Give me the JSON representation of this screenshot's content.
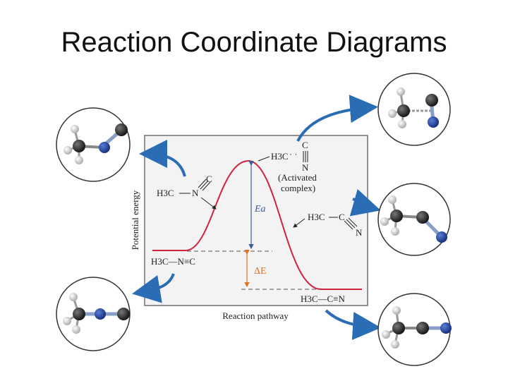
{
  "title": "Reaction Coordinate Diagrams",
  "diagram": {
    "y_axis_label": "Potential energy",
    "x_axis_label": "Reaction pathway",
    "activation_energy_label": "Ea",
    "energy_change_label": "ΔE",
    "reactant": {
      "bent_label_methyl": "H3C",
      "bent_label_n": "N",
      "bent_label_c": "C",
      "linear_label": "H3C—N≡C"
    },
    "transition_state": {
      "methyl_label": "H3C",
      "c_label": "C",
      "n_label": "N",
      "caption_line1": "(Activated",
      "caption_line2": "complex)"
    },
    "product": {
      "bent_label_methyl": "H3C",
      "bent_label_c": "C",
      "bent_label_n": "N",
      "linear_label": "H3C—C≡N"
    }
  },
  "colors": {
    "curve": "#d0233f",
    "arrow_blue": "#2a6db5",
    "delta_orange": "#e07020",
    "ea_blue": "#3a5f9a",
    "frame_bg": "#f3f3f3",
    "atom_carbon": "#1a1a1a",
    "atom_nitrogen": "#1c3f9a",
    "atom_hydrogen": "#d8d8d8"
  },
  "molecule_icons": [
    {
      "name": "methyl-isocyanide-bent-molecule-icon"
    },
    {
      "name": "methyl-isocyanide-linear-molecule-icon"
    },
    {
      "name": "transition-state-molecule-icon"
    },
    {
      "name": "acetonitrile-bent-molecule-icon"
    },
    {
      "name": "acetonitrile-linear-molecule-icon"
    }
  ]
}
